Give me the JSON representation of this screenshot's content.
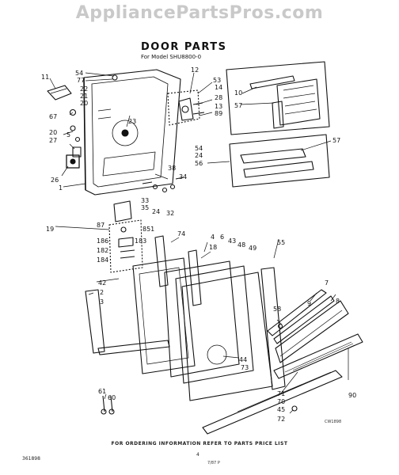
{
  "watermark": "AppliancePartsPros.com",
  "title": "DOOR PARTS",
  "model": "For Model SHU8800-0",
  "footer": "FOR ORDERING INFORMATION REFER TO PARTS PRICE LIST",
  "page_number": "4",
  "doc_number": "361898",
  "date_stamp": "7/87  P",
  "corner_stamp": "CW1898",
  "callouts": [
    {
      "id": "c11",
      "text": "11"
    },
    {
      "id": "c54a",
      "text": "54"
    },
    {
      "id": "c77",
      "text": "77"
    },
    {
      "id": "c22",
      "text": "22"
    },
    {
      "id": "c21",
      "text": "21"
    },
    {
      "id": "c20a",
      "text": "20"
    },
    {
      "id": "c67",
      "text": "67"
    },
    {
      "id": "c20b",
      "text": "20"
    },
    {
      "id": "c27",
      "text": "27"
    },
    {
      "id": "c5",
      "text": "5"
    },
    {
      "id": "c26",
      "text": "26"
    },
    {
      "id": "c1",
      "text": "1"
    },
    {
      "id": "c23",
      "text": "23"
    },
    {
      "id": "c12",
      "text": "12"
    },
    {
      "id": "c53",
      "text": "53"
    },
    {
      "id": "c14",
      "text": "14"
    },
    {
      "id": "c28",
      "text": "28"
    },
    {
      "id": "c13",
      "text": "13"
    },
    {
      "id": "c89",
      "text": "89"
    },
    {
      "id": "c10",
      "text": "10"
    },
    {
      "id": "c57a",
      "text": "57"
    },
    {
      "id": "c57b",
      "text": "57"
    },
    {
      "id": "c54b",
      "text": "54"
    },
    {
      "id": "c24a",
      "text": "24"
    },
    {
      "id": "c56",
      "text": "56"
    },
    {
      "id": "c38",
      "text": "38"
    },
    {
      "id": "c34",
      "text": "34"
    },
    {
      "id": "c33",
      "text": "33"
    },
    {
      "id": "c35",
      "text": "35"
    },
    {
      "id": "c24b",
      "text": "24"
    },
    {
      "id": "c32",
      "text": "32"
    },
    {
      "id": "c19",
      "text": "19"
    },
    {
      "id": "c87",
      "text": "87"
    },
    {
      "id": "c851",
      "text": "851"
    },
    {
      "id": "c186",
      "text": "186"
    },
    {
      "id": "c182",
      "text": "182"
    },
    {
      "id": "c183",
      "text": "183"
    },
    {
      "id": "c184",
      "text": "184"
    },
    {
      "id": "c74",
      "text": "74"
    },
    {
      "id": "c4",
      "text": "4"
    },
    {
      "id": "c6",
      "text": "6"
    },
    {
      "id": "c18",
      "text": "18"
    },
    {
      "id": "c43",
      "text": "43"
    },
    {
      "id": "c48",
      "text": "48"
    },
    {
      "id": "c49",
      "text": "49"
    },
    {
      "id": "c55",
      "text": "55"
    },
    {
      "id": "c42",
      "text": "42"
    },
    {
      "id": "c2",
      "text": "2"
    },
    {
      "id": "c3",
      "text": "3"
    },
    {
      "id": "c7",
      "text": "7"
    },
    {
      "id": "c9",
      "text": "9"
    },
    {
      "id": "c8",
      "text": "8"
    },
    {
      "id": "c58",
      "text": "58"
    },
    {
      "id": "c44",
      "text": "44"
    },
    {
      "id": "c73",
      "text": "73"
    },
    {
      "id": "c71",
      "text": "71"
    },
    {
      "id": "c70",
      "text": "70"
    },
    {
      "id": "c45",
      "text": "45"
    },
    {
      "id": "c72",
      "text": "72"
    },
    {
      "id": "c90",
      "text": "90"
    },
    {
      "id": "c61",
      "text": "61"
    },
    {
      "id": "c60",
      "text": "60"
    }
  ]
}
